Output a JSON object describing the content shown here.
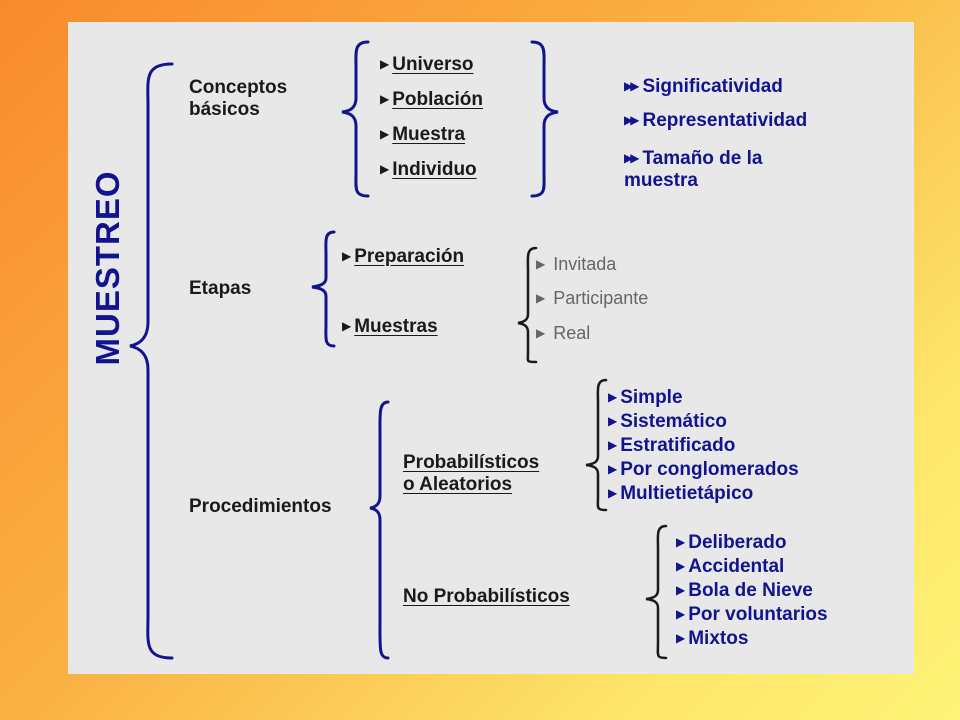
{
  "title": "MUESTREO",
  "colors": {
    "blue": "#12138f",
    "dark": "#1a1a1a",
    "gray": "#666666",
    "panel": "#e8e8e8"
  },
  "conceptos": {
    "label": [
      "Conceptos",
      "básicos"
    ],
    "items": [
      "Universo",
      "Población",
      "Muestra",
      "Individuo"
    ],
    "criterios": [
      "Significatividad",
      "Representatividad",
      "Tamaño de la",
      "muestra"
    ]
  },
  "etapas": {
    "label": "Etapas",
    "items": [
      "Preparación",
      "Muestras"
    ],
    "muestras_tipos": [
      "Invitada",
      "Participante",
      "Real"
    ]
  },
  "procedimientos": {
    "label": "Procedimientos",
    "probabilisticos": {
      "label": [
        "Probabilísticos",
        "o Aleatorios"
      ],
      "items": [
        "Simple",
        "Sistemático",
        "Estratificado",
        "Por conglomerados",
        "Multietietápico"
      ]
    },
    "no_probabilisticos": {
      "label": "No Probabilísticos",
      "items": [
        "Deliberado",
        "Accidental",
        "Bola de Nieve",
        "Por voluntarios",
        "Mixtos"
      ]
    }
  }
}
